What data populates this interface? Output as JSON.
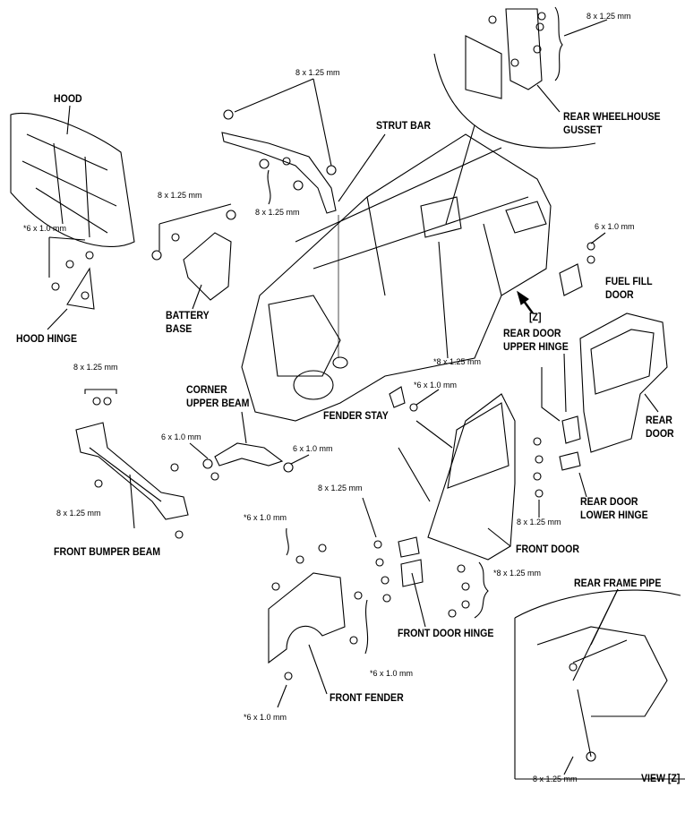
{
  "diagram": {
    "parts": {
      "hood": "HOOD",
      "hood_hinge": "HOOD HINGE",
      "strut_bar": "STRUT BAR",
      "battery_base_1": "BATTERY",
      "battery_base_2": "BASE",
      "rear_wheelhouse_gusset_1": "REAR WHEELHOUSE",
      "rear_wheelhouse_gusset_2": "GUSSET",
      "fuel_fill_door_1": "FUEL FILL",
      "fuel_fill_door_2": "DOOR",
      "view_z_marker": "[Z]",
      "rear_door_upper_hinge_1": "REAR DOOR",
      "rear_door_upper_hinge_2": "UPPER HINGE",
      "corner_upper_beam_1": "CORNER",
      "corner_upper_beam_2": "UPPER BEAM",
      "fender_stay": "FENDER STAY",
      "rear_door_1": "REAR",
      "rear_door_2": "DOOR",
      "rear_door_lower_hinge_1": "REAR DOOR",
      "rear_door_lower_hinge_2": "LOWER HINGE",
      "front_bumper_beam": "FRONT BUMPER BEAM",
      "front_door": "FRONT DOOR",
      "rear_frame_pipe": "REAR FRAME PIPE",
      "front_door_hinge": "FRONT DOOR HINGE",
      "front_fender": "FRONT FENDER",
      "view_z": "VIEW [Z]"
    },
    "fasteners": {
      "gusset_bolts": "8 x 1.25 mm",
      "strut_bar_top": "8 x 1.25 mm",
      "strut_bar_bottom": "8 x 1.25 mm",
      "battery_base": "8 x 1.25 mm",
      "hood_hinge": "*6 x 1.0 mm",
      "fuel_fill_door": "6 x 1.0 mm",
      "body_center": "*8 x 1.25 mm",
      "bumper_top": "8 x 1.25 mm",
      "fender_stay": "*6 x 1.0 mm",
      "corner_beam_left": "6 x 1.0 mm",
      "corner_beam_right": "6 x 1.0 mm",
      "front_door_hinge_top": "8 x 1.25 mm",
      "bumper_bottom": "8 x 1.25 mm",
      "rear_lower_hinge": "8 x 1.25 mm",
      "fender_top": "*6 x 1.0 mm",
      "front_door_hinge_right": "*8 x 1.25 mm",
      "fender_right": "*6 x 1.0 mm",
      "fender_bottom": "*6 x 1.0 mm",
      "rear_frame_pipe": "8 x 1.25 mm"
    }
  }
}
